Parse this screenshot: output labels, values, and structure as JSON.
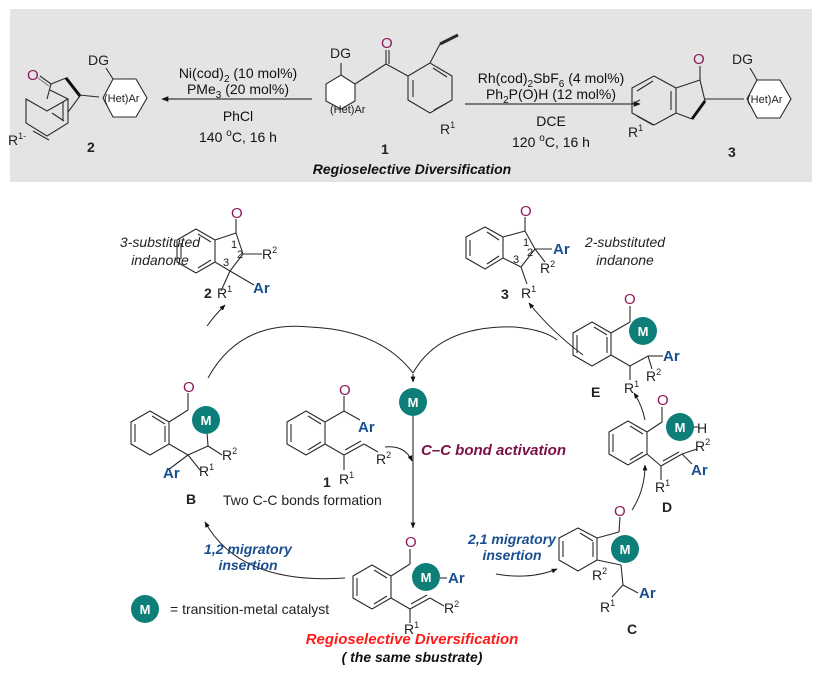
{
  "top_scheme": {
    "background": "#e4e4e4",
    "caption": "Regioselective Diversification",
    "left_conditions": {
      "line1": "Ni(cod)",
      "line1_sub": "2",
      "line1_rest": " (10 mol%)",
      "line2": "PMe",
      "line2_sub": "3",
      "line2_rest": " (20 mol%)",
      "solvent": "PhCl",
      "temp": "140 ",
      "temp_sup": "o",
      "temp_rest": "C, 16 h"
    },
    "right_conditions": {
      "line1": "Rh(cod)",
      "line1_sub": "2",
      "line1_mid": "SbF",
      "line1_sub2": "6",
      "line1_rest": " (4 mol%)",
      "line2": "Ph",
      "line2_sub": "2",
      "line2_rest": "P(O)H (12 mol%)",
      "solvent": "DCE",
      "temp": "120 ",
      "temp_sup": "o",
      "temp_rest": "C, 16 h"
    },
    "compounds": {
      "start": {
        "number": "1",
        "dg": "DG",
        "ring": "(Het)Ar",
        "o": "O",
        "r": "R",
        "r_sup": "1"
      },
      "product2": {
        "number": "2",
        "dg": "DG",
        "ring": "(Het)Ar",
        "o": "O",
        "r": "R",
        "r_sup": "1-"
      },
      "product3": {
        "number": "3",
        "dg": "DG",
        "ring": "(Het)Ar",
        "o": "O",
        "r": "R",
        "r_sup": "1"
      }
    }
  },
  "cycle": {
    "product2": {
      "number": "2",
      "desc_line1": "3-substituted",
      "desc_line2": "indanone",
      "o": "O",
      "ar": "Ar",
      "r1": "R",
      "r1_sup": "1",
      "r2": "R",
      "r2_sup": "2",
      "pos1": "1",
      "pos2": "2",
      "pos3": "3"
    },
    "product3": {
      "number": "3",
      "desc_line1": "2-substituted",
      "desc_line2": "indanone",
      "o": "O",
      "ar": "Ar",
      "r1": "R",
      "r1_sup": "1",
      "r2": "R",
      "r2_sup": "2",
      "pos1": "1",
      "pos2": "2",
      "pos3": "3"
    },
    "catalyst": {
      "symbol": "M"
    },
    "substrate": {
      "number": "1",
      "o": "O",
      "ar": "Ar",
      "r1": "R",
      "r1_sup": "1",
      "r2": "R",
      "r2_sup": "2"
    },
    "intermediate_B": {
      "label": "B",
      "o": "O",
      "m": "M",
      "ar": "Ar",
      "r1": "R",
      "r1_sup": "1",
      "r2": "R",
      "r2_sup": "2"
    },
    "intermediate_A": {
      "o": "O",
      "m": "M",
      "ar": "Ar",
      "r1": "R",
      "r1_sup": "1",
      "r2": "R",
      "r2_sup": "2"
    },
    "intermediate_C": {
      "label": "C",
      "o": "O",
      "m": "M",
      "ar": "Ar",
      "r1": "R",
      "r1_sup": "1",
      "r2": "R",
      "r2_sup": "2"
    },
    "intermediate_D": {
      "label": "D",
      "o": "O",
      "m": "M",
      "h": "H",
      "ar": "Ar",
      "r1": "R",
      "r1_sup": "1",
      "r2": "R",
      "r2_sup": "2"
    },
    "intermediate_E": {
      "label": "E",
      "o": "O",
      "m": "M",
      "ar": "Ar",
      "r1": "R",
      "r1_sup": "1",
      "r2": "R",
      "r2_sup": "2"
    },
    "labels": {
      "cc_activation": "C–C bond activation",
      "two_cc": "Two C-C bonds formation",
      "mig12_line1": "1,2 migratory",
      "mig12_line2": "insertion",
      "mig21_line1": "2,1 migratory",
      "mig21_line2": "insertion",
      "legend_m": "M",
      "legend_text": "= transition-metal catalyst",
      "regio": "Regioselective Diversification",
      "same_substrate": "( the same sbustrate)"
    }
  },
  "colors": {
    "oxygen": "#8b1a5a",
    "metal": "#0e7f78",
    "aryl": "#1a4f8f",
    "activation": "#7a1048",
    "regio": "#ff1a1a"
  }
}
